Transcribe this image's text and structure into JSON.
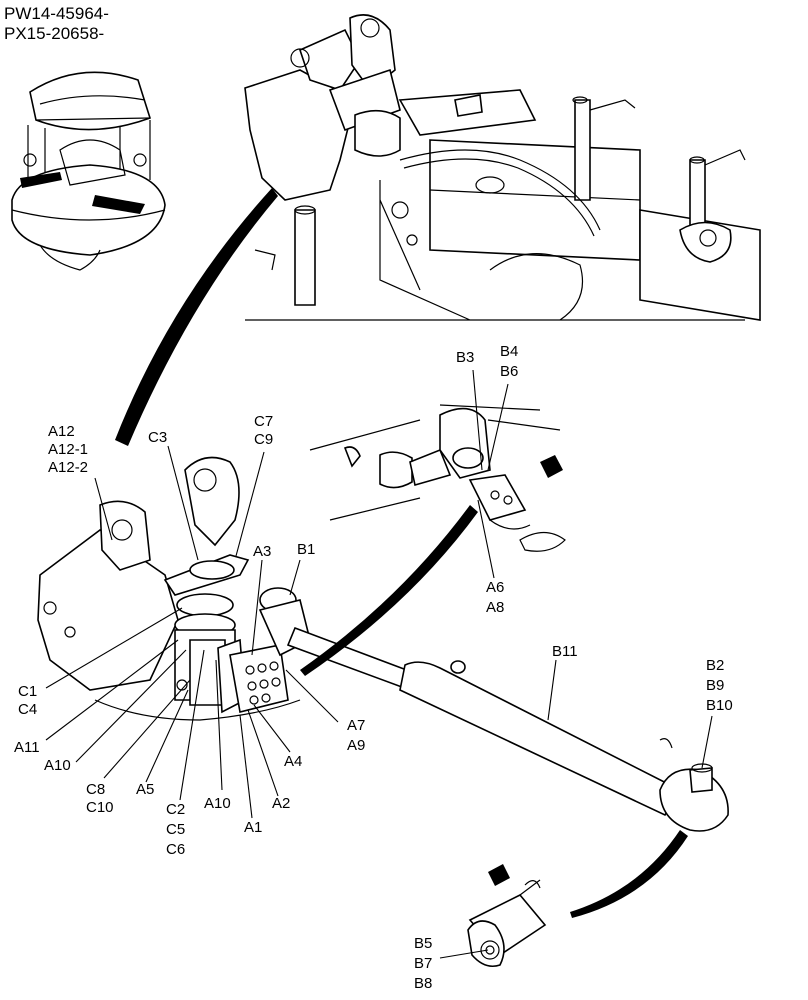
{
  "serial_codes": [
    "PW14-45964-",
    "PX15-20658-"
  ],
  "labels": {
    "A12": "A12",
    "A12_1": "A12-1",
    "A12_2": "A12-2",
    "C3": "C3",
    "C7": "C7",
    "C9": "C9",
    "A3": "A3",
    "B1": "B1",
    "C1": "C1",
    "C4": "C4",
    "A11": "A11",
    "A10a": "A10",
    "C8": "C8",
    "C10": "C10",
    "A5": "A5",
    "C2": "C2",
    "C5": "C5",
    "C6": "C6",
    "A10b": "A10",
    "A1": "A1",
    "A2": "A2",
    "A4": "A4",
    "A7": "A7",
    "A9": "A9",
    "B3": "B3",
    "B4": "B4",
    "B6": "B6",
    "A6": "A6",
    "A8": "A8",
    "B11": "B11",
    "B2": "B2",
    "B9": "B9",
    "B10": "B10",
    "B5": "B5",
    "B7": "B7",
    "B8": "B8"
  }
}
